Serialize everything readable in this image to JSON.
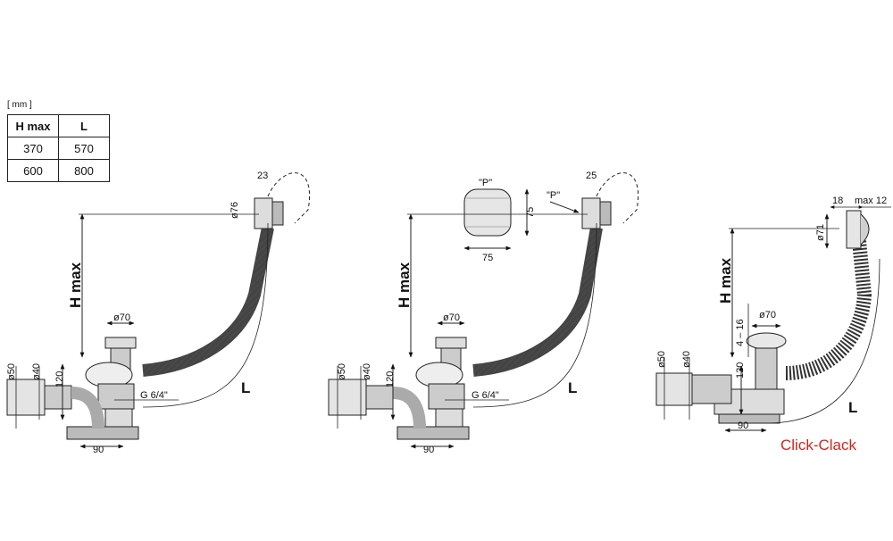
{
  "table": {
    "unit": "[ mm ]",
    "headers": [
      "H max",
      "L"
    ],
    "rows": [
      [
        "370",
        "570"
      ],
      [
        "600",
        "800"
      ]
    ]
  },
  "fig1": {
    "h_label": "H max",
    "d_outlet": "ø76",
    "overflow_depth": "23",
    "d_waste": "ø70",
    "d_pipe50": "ø50",
    "d_pipe40": "ø40",
    "height": "120",
    "thread": "G 6/4\"",
    "width": "90",
    "length": "L"
  },
  "fig2": {
    "h_label": "H max",
    "handle_label": "\"P\"",
    "handle_height": "75",
    "handle_width": "75",
    "p_label": "\"P\"",
    "overflow_depth": "25",
    "d_waste": "ø70",
    "d_pipe50": "ø50",
    "d_pipe40": "ø40",
    "height": "120",
    "thread": "G 6/4\"",
    "width": "90",
    "length": "L"
  },
  "fig3": {
    "h_label": "H max",
    "d_outlet": "ø71",
    "overflow_depth": "18",
    "overflow_max": "max 12",
    "d_waste": "ø70",
    "range": "4 – 16",
    "d_pipe50": "ø50",
    "d_pipe40": "ø40",
    "height": "120",
    "width": "90",
    "length": "L",
    "caption": "Click-Clack"
  }
}
